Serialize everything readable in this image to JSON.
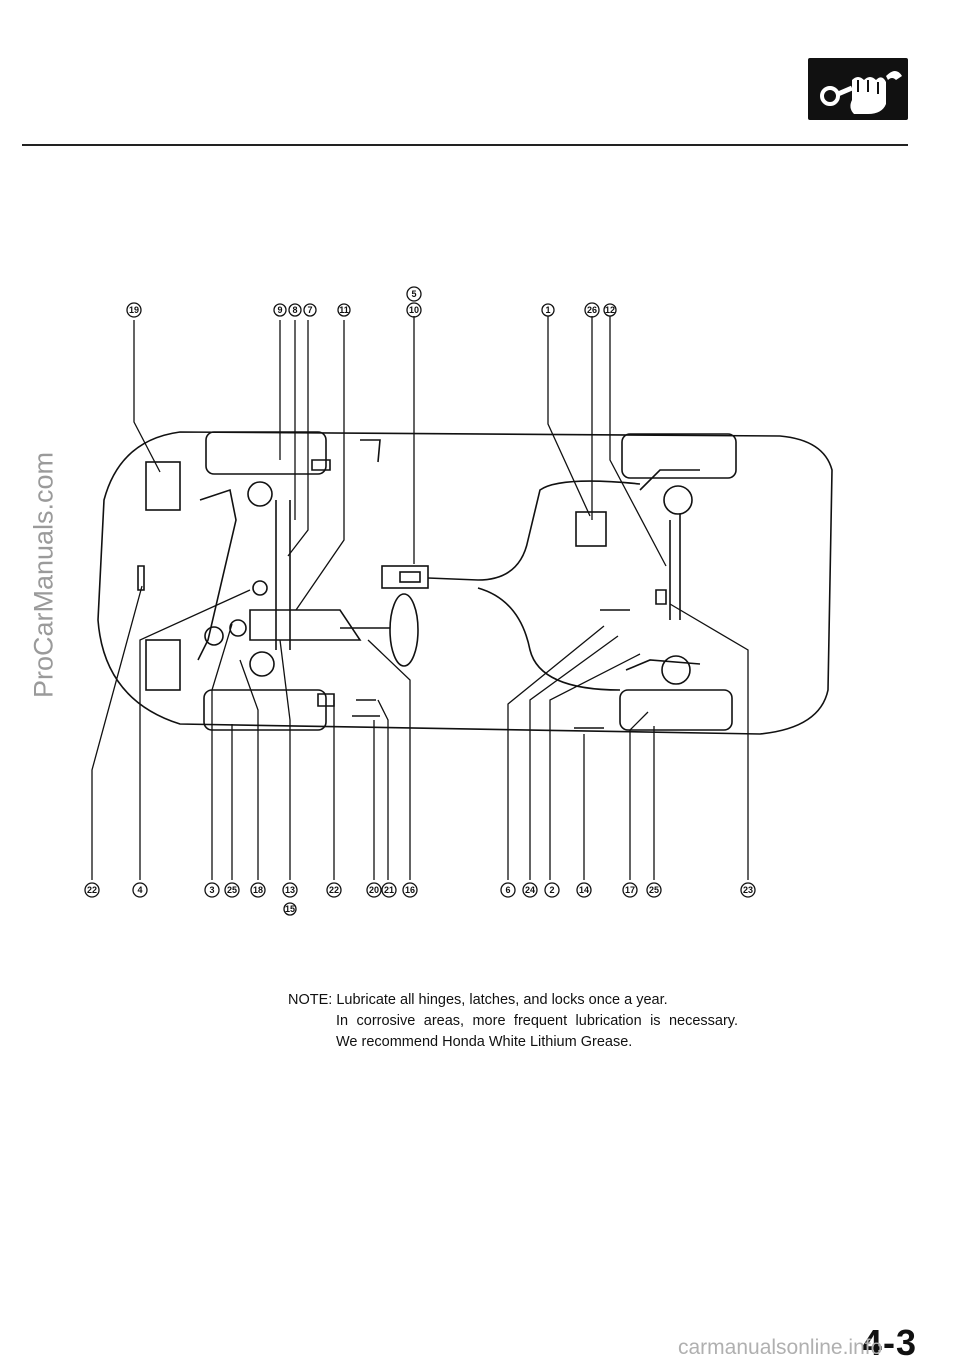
{
  "header": {
    "logo_icon": "lubrication-tool-icon"
  },
  "watermarks": {
    "side": "ProCarManuals.com",
    "bottom": "carmanualsonline.info"
  },
  "diagram": {
    "top_callouts": [
      {
        "id": "c19",
        "label": "19"
      },
      {
        "id": "c9",
        "label": "9"
      },
      {
        "id": "c8",
        "label": "8"
      },
      {
        "id": "c7",
        "label": "7"
      },
      {
        "id": "c11",
        "label": "11"
      },
      {
        "id": "c5",
        "label": "5"
      },
      {
        "id": "c10",
        "label": "10"
      },
      {
        "id": "c1",
        "label": "1"
      },
      {
        "id": "c26",
        "label": "26"
      },
      {
        "id": "c12",
        "label": "12"
      }
    ],
    "bottom_callouts": [
      {
        "id": "b22a",
        "label": "22"
      },
      {
        "id": "b4",
        "label": "4"
      },
      {
        "id": "b3",
        "label": "3"
      },
      {
        "id": "b25a",
        "label": "25"
      },
      {
        "id": "b18",
        "label": "18"
      },
      {
        "id": "b13",
        "label": "13"
      },
      {
        "id": "b15",
        "label": "15"
      },
      {
        "id": "b22b",
        "label": "22"
      },
      {
        "id": "b20",
        "label": "20"
      },
      {
        "id": "b21",
        "label": "21"
      },
      {
        "id": "b16",
        "label": "16"
      },
      {
        "id": "b6",
        "label": "6"
      },
      {
        "id": "b24",
        "label": "24"
      },
      {
        "id": "b2",
        "label": "2"
      },
      {
        "id": "b14",
        "label": "14"
      },
      {
        "id": "b17",
        "label": "17"
      },
      {
        "id": "b25b",
        "label": "25"
      },
      {
        "id": "b23",
        "label": "23"
      }
    ]
  },
  "note": {
    "prefix": "NOTE:",
    "line1": "Lubricate all hinges, latches, and locks once a year.",
    "line2": "In corrosive areas, more frequent lubrication is necessary.",
    "line3": "We recommend Honda White Lithium Grease."
  },
  "footer": {
    "page_number": "4-3"
  }
}
